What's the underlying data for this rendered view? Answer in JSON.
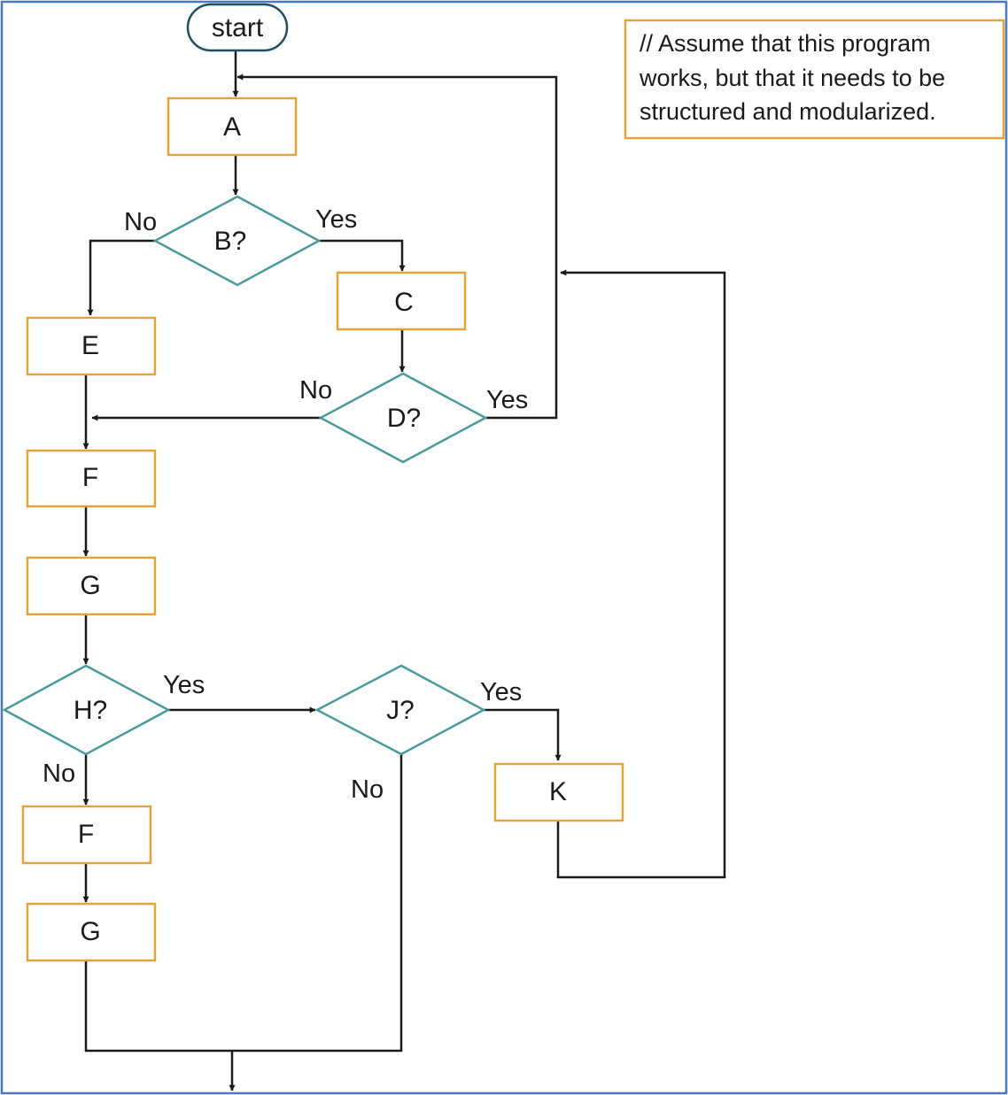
{
  "nodes": {
    "start": "start",
    "A": "A",
    "B": "B?",
    "C": "C",
    "D": "D?",
    "E": "E",
    "F1": "F",
    "G1": "G",
    "H": "H?",
    "J": "J?",
    "K": "K",
    "F2": "F",
    "G2": "G"
  },
  "edge_labels": {
    "b_no": "No",
    "b_yes": "Yes",
    "d_no": "No",
    "d_yes": "Yes",
    "h_yes": "Yes",
    "h_no": "No",
    "j_yes": "Yes",
    "j_no": "No"
  },
  "note": {
    "line1": "// Assume that this program",
    "line2": "works, but that it needs to be",
    "line3": "structured and modularized."
  },
  "colors": {
    "process_border": "#e0a43a",
    "decision_border": "#4a9a9a",
    "terminal_border": "#1f4e63",
    "frame_border": "#4a78c0"
  }
}
